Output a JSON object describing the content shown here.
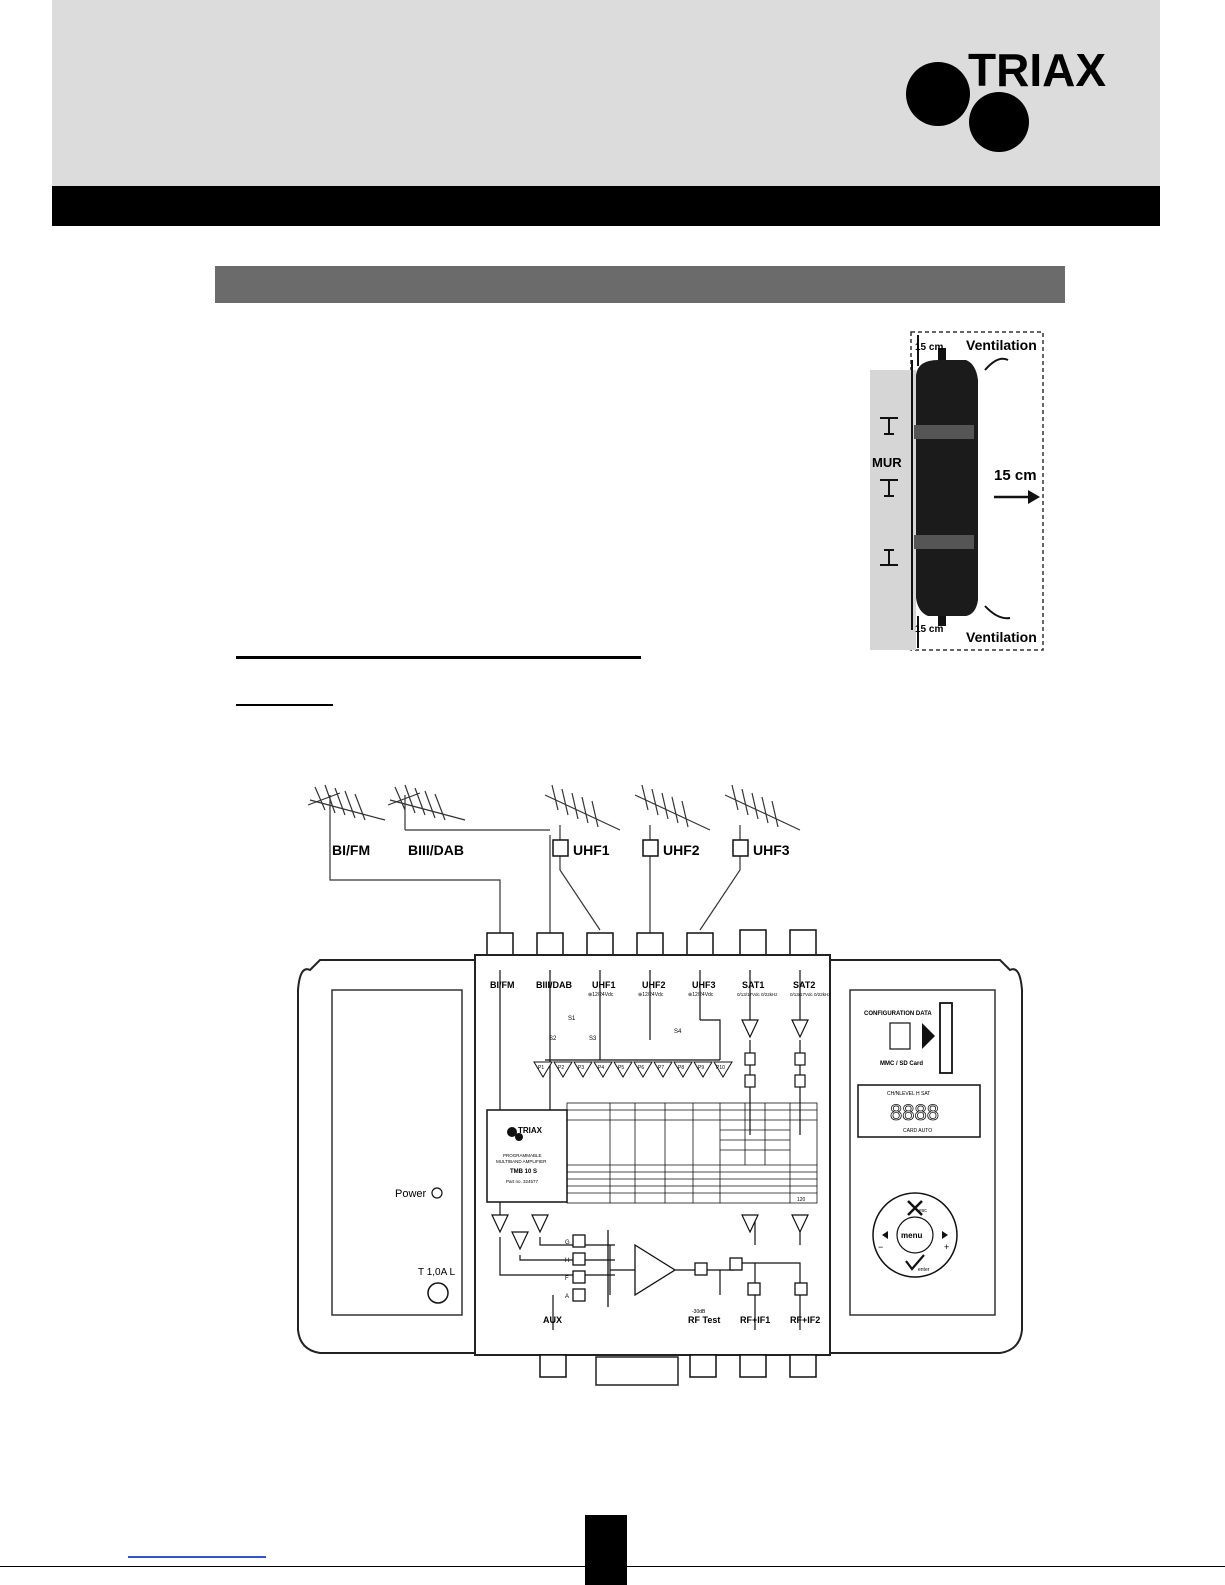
{
  "brand": {
    "logo_text": "TRIAX"
  },
  "ventilation_figure": {
    "top_gap": "15 cm",
    "bottom_gap": "15 cm",
    "front_gap": "15 cm",
    "top_label": "Ventilation",
    "bottom_label": "Ventilation",
    "wall_label": "MUR"
  },
  "schematic": {
    "antennas": [
      "BI/FM",
      "BIII/DAB",
      "UHF1",
      "UHF2",
      "UHF3"
    ],
    "inputs": [
      "BI/FM",
      "BIII/DAB",
      "UHF1",
      "UHF2",
      "UHF3",
      "SAT1",
      "SAT2"
    ],
    "input_power": [
      "⊕12/24Vdc",
      "⊕12/24Vdc",
      "⊕12/24Vdc"
    ],
    "sat_power": [
      "0/13/17Vdc 0/22kHz",
      "0/13/17Vdc 0/22kHz"
    ],
    "switches": [
      "S1",
      "S2",
      "S3",
      "S4"
    ],
    "filters": [
      "P1",
      "P2",
      "P3",
      "P4",
      "P5",
      "P6",
      "P7",
      "P8",
      "P9",
      "P10"
    ],
    "module": {
      "logo": "TRIAX",
      "line1": "PROGRAMMABLE",
      "line2": "MULTIBAND AMPLIFIER",
      "model": "TMB 10 S",
      "part": "Part no. 324577"
    },
    "table_tag": "120",
    "mix_labels": [
      "G",
      "H",
      "F",
      "A"
    ],
    "outputs": [
      "AUX",
      "RF Test",
      "RF+IF1",
      "RF+IF2"
    ],
    "test_level": "-30dB",
    "power_label": "Power",
    "fuse_label": "T 1,0A L",
    "config_title": "CONFIGURATION DATA",
    "card_label": "MMC / SD Card",
    "display_header": "CH/NLEVEL  H  SAT",
    "display_footer": "CARD AUTO",
    "display_digits": "8888",
    "keys": {
      "center": "menu",
      "top": "esc",
      "bottom": "enter",
      "left": "−",
      "right": "+"
    }
  }
}
